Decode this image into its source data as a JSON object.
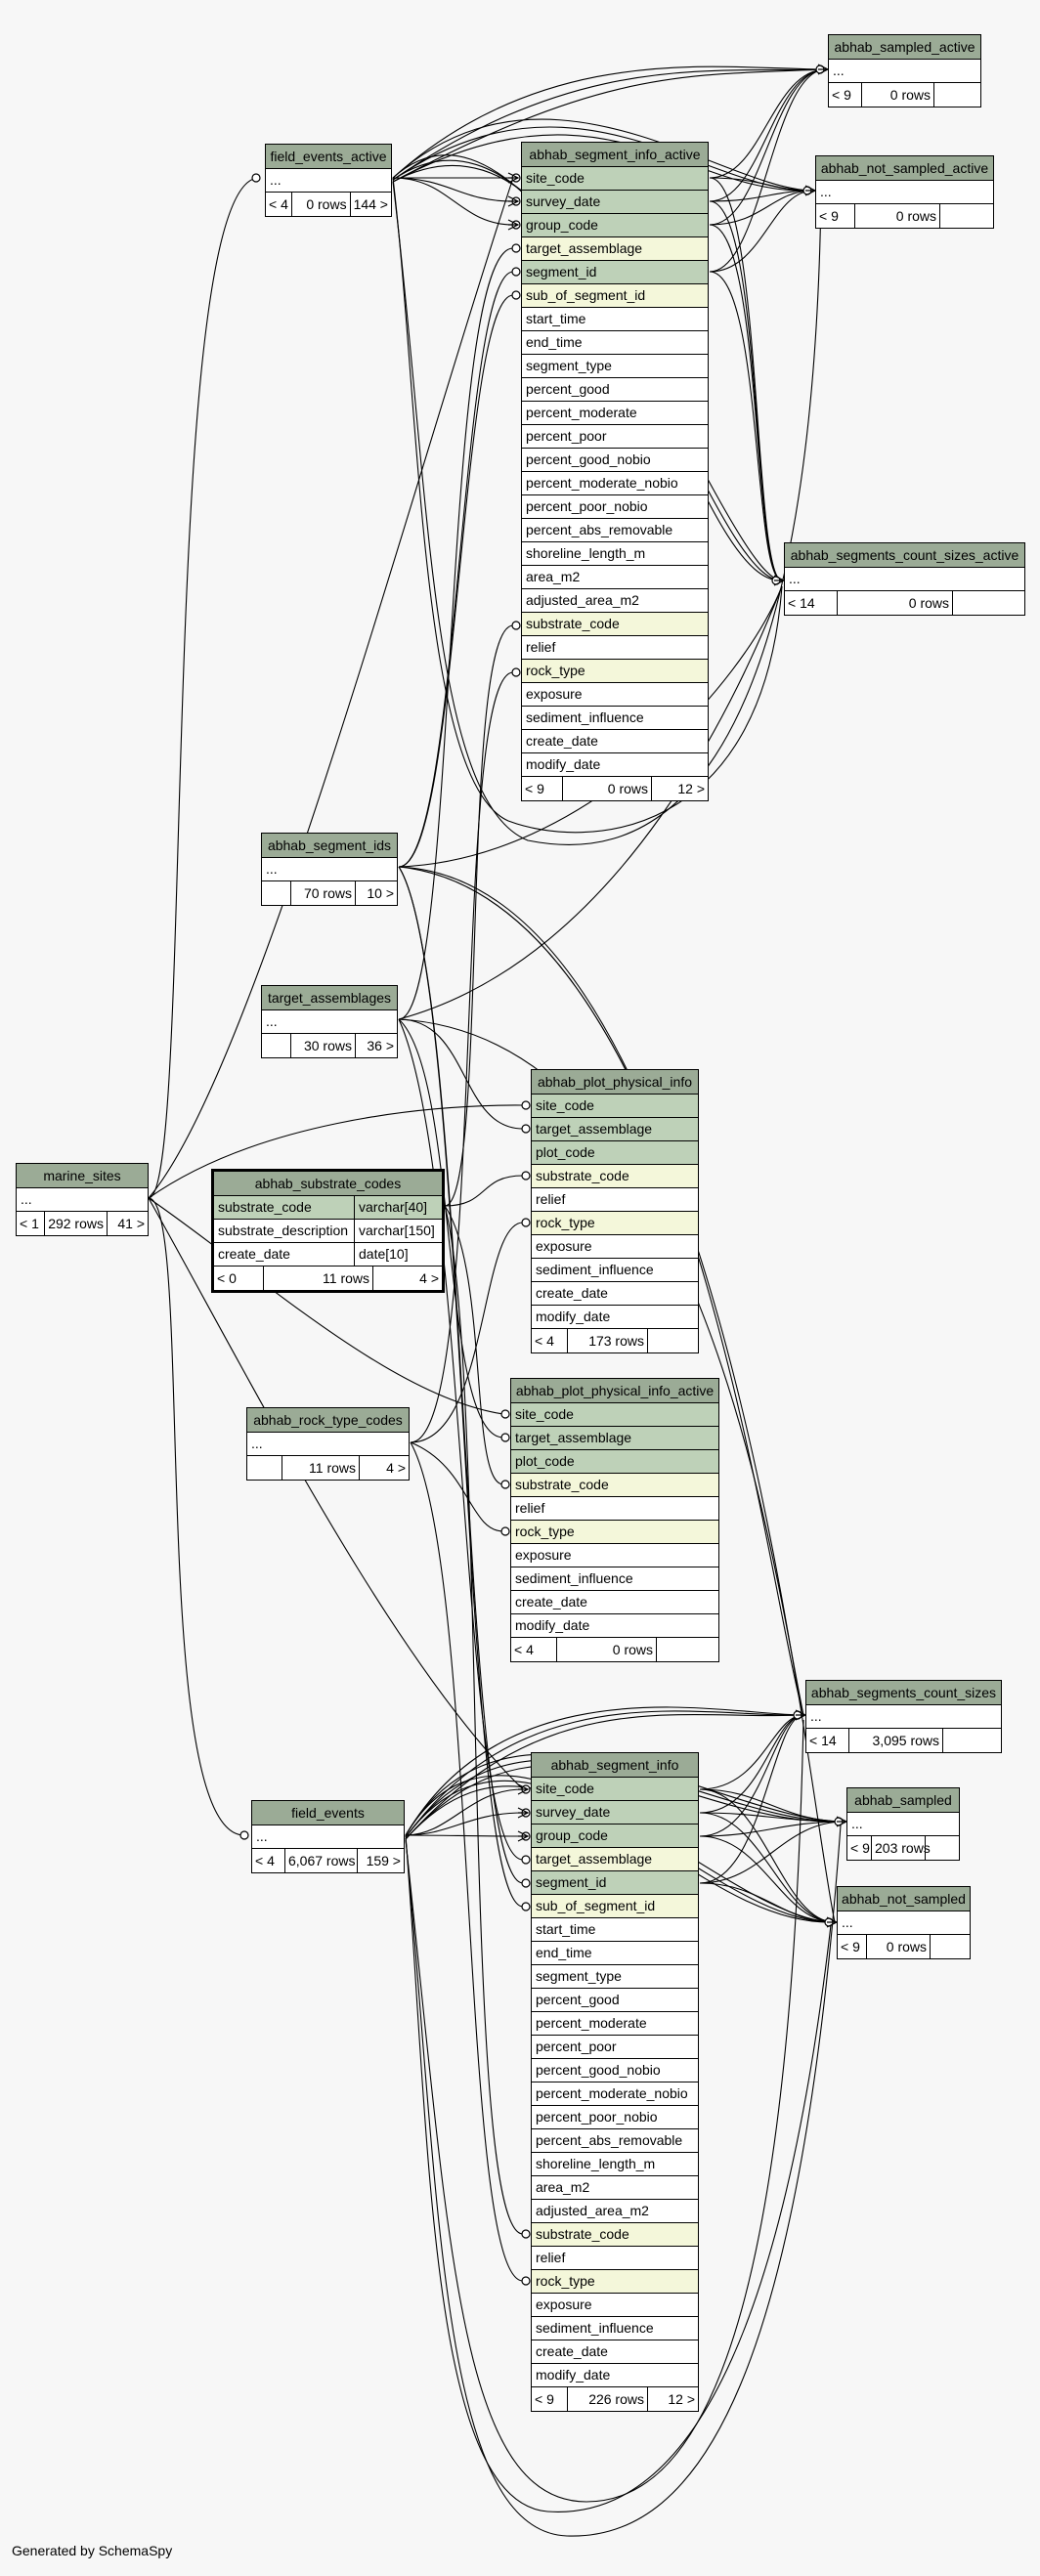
{
  "tables": {
    "abhab_sampled_active": {
      "name": "abhab_sampled_active",
      "cols": [
        {
          "label": "...",
          "type": "plain"
        }
      ],
      "footer": [
        "< 9",
        "0 rows",
        ""
      ]
    },
    "abhab_not_sampled_active": {
      "name": "abhab_not_sampled_active",
      "cols": [
        {
          "label": "...",
          "type": "plain"
        }
      ],
      "footer": [
        "< 9",
        "0 rows",
        ""
      ]
    },
    "field_events_active": {
      "name": "field_events_active",
      "cols": [
        {
          "label": "...",
          "type": "plain"
        }
      ],
      "footer": [
        "< 4",
        "0 rows",
        "144 >"
      ]
    },
    "abhab_segment_info_active": {
      "name": "abhab_segment_info_active",
      "cols": [
        {
          "label": "site_code",
          "type": "pk"
        },
        {
          "label": "survey_date",
          "type": "pk"
        },
        {
          "label": "group_code",
          "type": "pk"
        },
        {
          "label": "target_assemblage",
          "type": "fk"
        },
        {
          "label": "segment_id",
          "type": "pk"
        },
        {
          "label": "sub_of_segment_id",
          "type": "fk"
        },
        {
          "label": "start_time",
          "type": "plain"
        },
        {
          "label": "end_time",
          "type": "plain"
        },
        {
          "label": "segment_type",
          "type": "plain"
        },
        {
          "label": "percent_good",
          "type": "plain"
        },
        {
          "label": "percent_moderate",
          "type": "plain"
        },
        {
          "label": "percent_poor",
          "type": "plain"
        },
        {
          "label": "percent_good_nobio",
          "type": "plain"
        },
        {
          "label": "percent_moderate_nobio",
          "type": "plain"
        },
        {
          "label": "percent_poor_nobio",
          "type": "plain"
        },
        {
          "label": "percent_abs_removable",
          "type": "plain"
        },
        {
          "label": "shoreline_length_m",
          "type": "plain"
        },
        {
          "label": "area_m2",
          "type": "plain"
        },
        {
          "label": "adjusted_area_m2",
          "type": "plain"
        },
        {
          "label": "substrate_code",
          "type": "fk"
        },
        {
          "label": "relief",
          "type": "plain"
        },
        {
          "label": "rock_type",
          "type": "fk"
        },
        {
          "label": "exposure",
          "type": "plain"
        },
        {
          "label": "sediment_influence",
          "type": "plain"
        },
        {
          "label": "create_date",
          "type": "plain"
        },
        {
          "label": "modify_date",
          "type": "plain"
        }
      ],
      "footer": [
        "< 9",
        "0 rows",
        "12 >"
      ]
    },
    "abhab_segments_count_sizes_active": {
      "name": "abhab_segments_count_sizes_active",
      "cols": [
        {
          "label": "...",
          "type": "plain"
        }
      ],
      "footer": [
        "< 14",
        "0 rows",
        ""
      ]
    },
    "abhab_segment_ids": {
      "name": "abhab_segment_ids",
      "cols": [
        {
          "label": "...",
          "type": "plain"
        }
      ],
      "footer": [
        "",
        "70 rows",
        "10 >"
      ]
    },
    "target_assemblages": {
      "name": "target_assemblages",
      "cols": [
        {
          "label": "...",
          "type": "plain"
        }
      ],
      "footer": [
        "",
        "30 rows",
        "36 >"
      ]
    },
    "abhab_plot_physical_info": {
      "name": "abhab_plot_physical_info",
      "cols": [
        {
          "label": "site_code",
          "type": "pk"
        },
        {
          "label": "target_assemblage",
          "type": "pk"
        },
        {
          "label": "plot_code",
          "type": "pk"
        },
        {
          "label": "substrate_code",
          "type": "fk"
        },
        {
          "label": "relief",
          "type": "plain"
        },
        {
          "label": "rock_type",
          "type": "fk"
        },
        {
          "label": "exposure",
          "type": "plain"
        },
        {
          "label": "sediment_influence",
          "type": "plain"
        },
        {
          "label": "create_date",
          "type": "plain"
        },
        {
          "label": "modify_date",
          "type": "plain"
        }
      ],
      "footer": [
        "< 4",
        "173 rows",
        ""
      ]
    },
    "marine_sites": {
      "name": "marine_sites",
      "cols": [
        {
          "label": "...",
          "type": "plain"
        }
      ],
      "footer": [
        "< 1",
        "292 rows",
        "41 >"
      ]
    },
    "abhab_substrate_codes": {
      "name": "abhab_substrate_codes",
      "rows2": [
        {
          "name": "substrate_code",
          "dtype": "varchar[40]",
          "type": "pk"
        },
        {
          "name": "substrate_description",
          "dtype": "varchar[150]",
          "type": "plain"
        },
        {
          "name": "create_date",
          "dtype": "date[10]",
          "type": "plain"
        }
      ],
      "footer": [
        "< 0",
        "11 rows",
        "4 >"
      ]
    },
    "abhab_rock_type_codes": {
      "name": "abhab_rock_type_codes",
      "cols": [
        {
          "label": "...",
          "type": "plain"
        }
      ],
      "footer": [
        "",
        "11 rows",
        "4 >"
      ]
    },
    "abhab_plot_physical_info_active": {
      "name": "abhab_plot_physical_info_active",
      "cols": [
        {
          "label": "site_code",
          "type": "pk"
        },
        {
          "label": "target_assemblage",
          "type": "pk"
        },
        {
          "label": "plot_code",
          "type": "pk"
        },
        {
          "label": "substrate_code",
          "type": "fk"
        },
        {
          "label": "relief",
          "type": "plain"
        },
        {
          "label": "rock_type",
          "type": "fk"
        },
        {
          "label": "exposure",
          "type": "plain"
        },
        {
          "label": "sediment_influence",
          "type": "plain"
        },
        {
          "label": "create_date",
          "type": "plain"
        },
        {
          "label": "modify_date",
          "type": "plain"
        }
      ],
      "footer": [
        "< 4",
        "0 rows",
        ""
      ]
    },
    "abhab_segments_count_sizes": {
      "name": "abhab_segments_count_sizes",
      "cols": [
        {
          "label": "...",
          "type": "plain"
        }
      ],
      "footer": [
        "< 14",
        "3,095 rows",
        ""
      ]
    },
    "abhab_sampled": {
      "name": "abhab_sampled",
      "cols": [
        {
          "label": "...",
          "type": "plain"
        }
      ],
      "footer": [
        "< 9",
        "203 rows",
        ""
      ]
    },
    "abhab_not_sampled": {
      "name": "abhab_not_sampled",
      "cols": [
        {
          "label": "...",
          "type": "plain"
        }
      ],
      "footer": [
        "< 9",
        "0 rows",
        ""
      ]
    },
    "field_events": {
      "name": "field_events",
      "cols": [
        {
          "label": "...",
          "type": "plain"
        }
      ],
      "footer": [
        "< 4",
        "6,067 rows",
        "159 >"
      ]
    },
    "abhab_segment_info": {
      "name": "abhab_segment_info",
      "cols": [
        {
          "label": "site_code",
          "type": "pk"
        },
        {
          "label": "survey_date",
          "type": "pk"
        },
        {
          "label": "group_code",
          "type": "pk"
        },
        {
          "label": "target_assemblage",
          "type": "fk"
        },
        {
          "label": "segment_id",
          "type": "pk"
        },
        {
          "label": "sub_of_segment_id",
          "type": "fk"
        },
        {
          "label": "start_time",
          "type": "plain"
        },
        {
          "label": "end_time",
          "type": "plain"
        },
        {
          "label": "segment_type",
          "type": "plain"
        },
        {
          "label": "percent_good",
          "type": "plain"
        },
        {
          "label": "percent_moderate",
          "type": "plain"
        },
        {
          "label": "percent_poor",
          "type": "plain"
        },
        {
          "label": "percent_good_nobio",
          "type": "plain"
        },
        {
          "label": "percent_moderate_nobio",
          "type": "plain"
        },
        {
          "label": "percent_poor_nobio",
          "type": "plain"
        },
        {
          "label": "percent_abs_removable",
          "type": "plain"
        },
        {
          "label": "shoreline_length_m",
          "type": "plain"
        },
        {
          "label": "area_m2",
          "type": "plain"
        },
        {
          "label": "adjusted_area_m2",
          "type": "plain"
        },
        {
          "label": "substrate_code",
          "type": "fk"
        },
        {
          "label": "relief",
          "type": "plain"
        },
        {
          "label": "rock_type",
          "type": "fk"
        },
        {
          "label": "exposure",
          "type": "plain"
        },
        {
          "label": "sediment_influence",
          "type": "plain"
        },
        {
          "label": "create_date",
          "type": "plain"
        },
        {
          "label": "modify_date",
          "type": "plain"
        }
      ],
      "footer": [
        "< 9",
        "226 rows",
        "12 >"
      ]
    }
  },
  "colors": {
    "header": "#9bab96",
    "pk": "#bed1b8",
    "fk": "#f4f7da",
    "background": "#f7f7f7",
    "line": "#000000"
  },
  "footer_text": "Generated by SchemaSpy"
}
